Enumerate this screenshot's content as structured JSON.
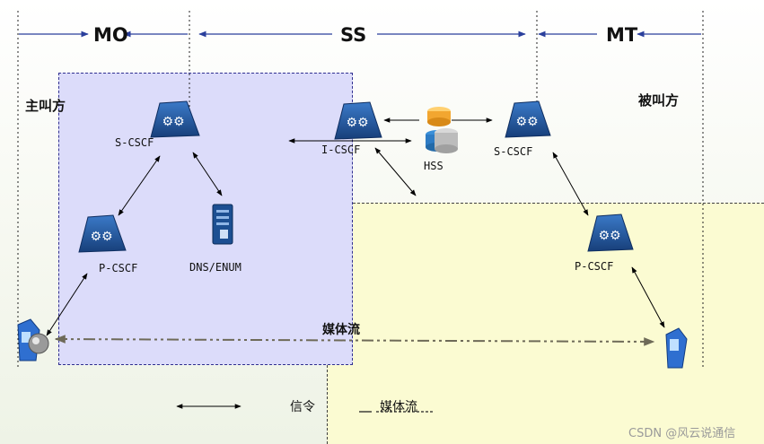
{
  "domains": {
    "mo": "MO",
    "ss": "SS",
    "mt": "MT"
  },
  "parties": {
    "caller": "主叫方",
    "callee": "被叫方"
  },
  "nodes": {
    "s_cscf_left": "S-CSCF",
    "i_cscf": "I-CSCF",
    "hss": "HSS",
    "s_cscf_right": "S-CSCF",
    "p_cscf_left": "P-CSCF",
    "dns_enum": "DNS/ENUM",
    "p_cscf_right": "P-CSCF"
  },
  "media_label": "媒体流",
  "legend": {
    "signaling": "信令",
    "media": "媒体流"
  },
  "watermark": "CSDN @风云说通信",
  "colors": {
    "mo_region": "#dcdcfa",
    "mt_region": "#fbfbd2",
    "cscf_blue": "#1f5ea8",
    "domain_arrow": "#2a3f9c",
    "media_line": "#6e6a58"
  }
}
